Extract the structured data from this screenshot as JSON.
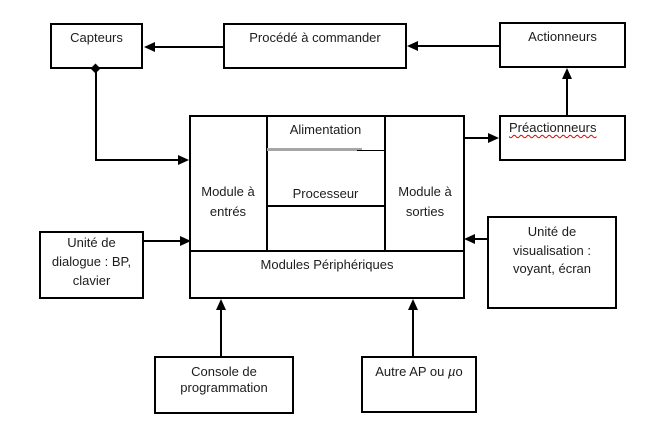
{
  "diagram": {
    "boxes": {
      "capteurs": {
        "label": "Capteurs"
      },
      "procede": {
        "label": "Procédé à commander"
      },
      "actionneurs": {
        "label": "Actionneurs"
      },
      "preactionneurs": {
        "label": "Préactionneurs"
      },
      "unite_dialogue": {
        "lines": [
          "Unité de",
          "dialogue : BP,",
          "clavier"
        ]
      },
      "unite_visualisation": {
        "lines": [
          "Unité de",
          "visualisation :",
          "voyant, écran"
        ]
      },
      "console": {
        "lines": [
          "Console de",
          "programmation"
        ]
      },
      "autre_ap": {
        "prefix": "Autre AP ou ",
        "mu": "µ",
        "suffix": "o"
      }
    },
    "automate": {
      "alimentation": "Alimentation",
      "processeur": "Processeur",
      "module_entrees": {
        "lines": [
          "Module à",
          "entrés"
        ]
      },
      "module_sorties": {
        "lines": [
          "Module à",
          "sorties"
        ]
      },
      "modules_peripheriques": "Modules Périphériques"
    },
    "colors": {
      "line": "#000000",
      "text": "#1c1c1c",
      "spellcheck_underline": "#e00000",
      "power_divider_gray": "#a6a6a6",
      "background": "#ffffff"
    }
  }
}
